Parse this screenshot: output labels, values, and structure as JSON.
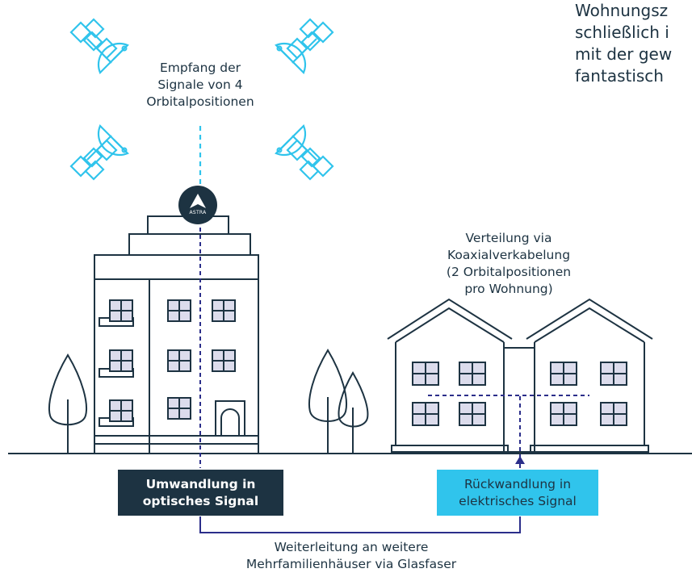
{
  "intro_text": {
    "lines": [
      "Wohnungsz",
      "schließlich i",
      "mit der gew",
      "fantastisch"
    ]
  },
  "labels": {
    "reception": [
      "Empfang der",
      "Signale von 4",
      "Orbitalpositionen"
    ],
    "distribution": [
      "Verteilung via",
      "Koaxialverkabelung",
      "(2 Orbitalpositionen",
      "pro Wohnung)"
    ],
    "forwarding": [
      "Weiterleitung an weitere",
      "Mehrfamilienhäuser via Glasfaser"
    ]
  },
  "boxes": {
    "conversion_optical": [
      "Umwandlung in",
      "optisches Signal"
    ],
    "conversion_electric": [
      "Rückwandlung in",
      "elektrisches Signal"
    ]
  },
  "logo": {
    "text": "ASTRA"
  },
  "icons": [
    "satellite-icon",
    "astra-logo-icon",
    "tree-icon",
    "apartment-building-icon",
    "house-icon"
  ],
  "colors": {
    "navy": "#1d3342",
    "sky": "#30c4ec",
    "signal_line": "#2b2e8a",
    "window": "#dcdcec"
  }
}
